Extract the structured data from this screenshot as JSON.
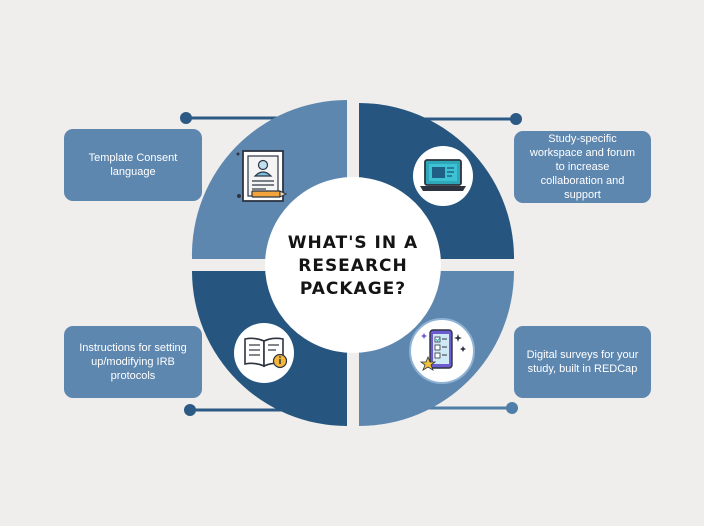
{
  "center": {
    "title_lines": [
      "WHAT'S IN A",
      "RESEARCH",
      "PACKAGE?"
    ]
  },
  "items": [
    {
      "text": "Template Consent language",
      "icon": "consent-document-icon"
    },
    {
      "text": "Study-specific workspace and forum to increase collaboration and support",
      "icon": "laptop-workspace-icon"
    },
    {
      "text": "Instructions for setting up/modifying IRB protocols",
      "icon": "open-book-info-icon"
    },
    {
      "text": "Digital surveys for your study, built in REDCap",
      "icon": "phone-survey-icon"
    }
  ],
  "colors": {
    "background": "#efeeec",
    "quadrant_light": "#5e87b0",
    "quadrant_dark": "#26567f",
    "box": "#5e87b0",
    "connector": "#2c5a84"
  }
}
